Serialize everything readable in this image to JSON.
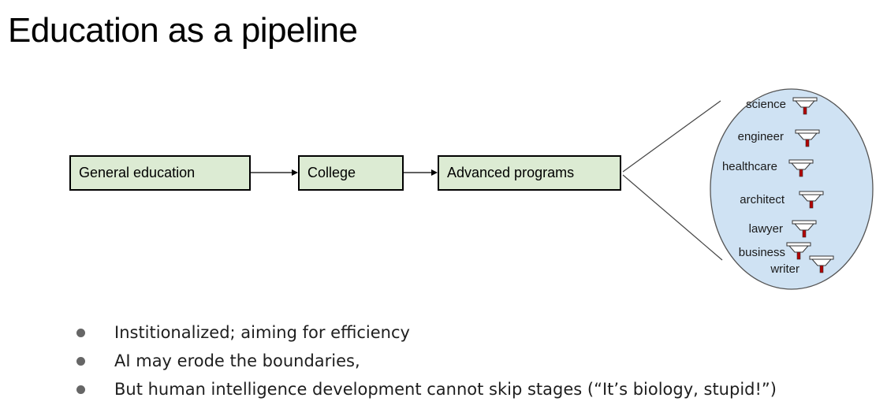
{
  "title": "Education as a pipeline",
  "pipeline": {
    "stages": [
      "General education",
      "College",
      "Advanced programs"
    ]
  },
  "programs": [
    {
      "label": "science"
    },
    {
      "label": "engineer"
    },
    {
      "label": "healthcare"
    },
    {
      "label": "architect"
    },
    {
      "label": "lawyer"
    },
    {
      "label": "business"
    },
    {
      "label": "writer"
    }
  ],
  "bullets": [
    "Institionalized; aiming for efficiency",
    "AI may erode the boundaries,",
    "But human intelligence development cannot skip stages (“It’s biology, stupid!”)"
  ],
  "colors": {
    "box_fill": "#dcebd3",
    "ellipse_fill": "#cfe2f3",
    "funnel_spout": "#b30000"
  },
  "icons": {
    "funnel": "funnel-icon",
    "bullet": "bullet-dot"
  }
}
